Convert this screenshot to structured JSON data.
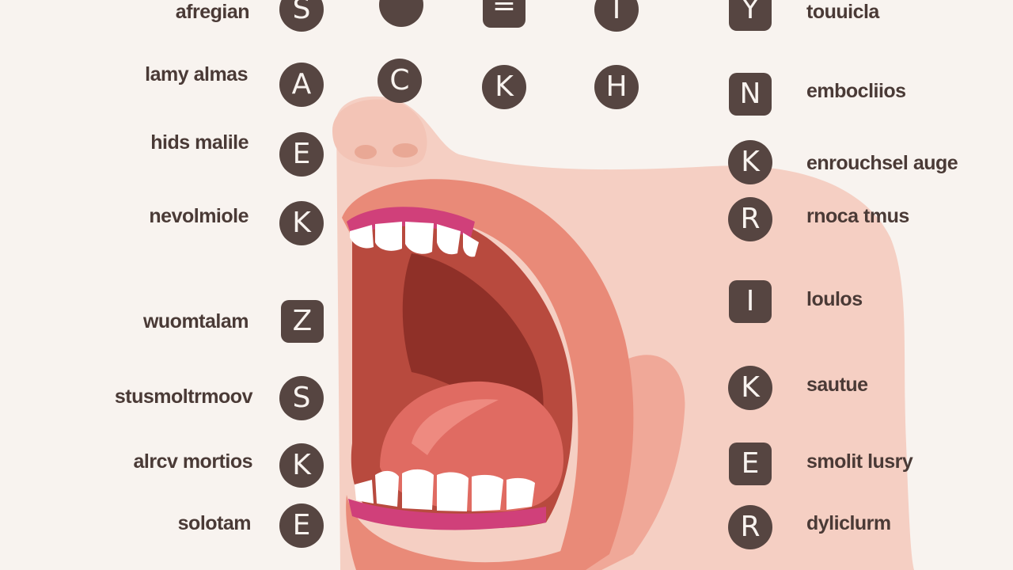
{
  "colors": {
    "background": "#f8f3ef",
    "badge": "#564541",
    "badge_text": "#f8f3ef",
    "label_text": "#4a3a36",
    "skin": "#f5cfc3",
    "lip": "#e98a78",
    "lip_dark": "#d9705f",
    "mouth_inner": "#b84a3e",
    "mouth_deep": "#8f3028",
    "tongue": "#e06b62",
    "gum": "#d0407a",
    "teeth": "#ffffff"
  },
  "top_row": [
    {
      "letter": "S",
      "shape": "circle"
    },
    {
      "letter": "",
      "shape": "circle"
    },
    {
      "letter": "=",
      "shape": "square"
    },
    {
      "letter": "T",
      "shape": "circle"
    },
    {
      "letter": "Y",
      "shape": "square"
    }
  ],
  "second_row": [
    {
      "letter": "A",
      "shape": "circle"
    },
    {
      "letter": "C",
      "shape": "circle"
    },
    {
      "letter": "K",
      "shape": "circle"
    },
    {
      "letter": "H",
      "shape": "circle"
    }
  ],
  "left_items": [
    {
      "label": "afregian"
    },
    {
      "label": "lamy almas"
    },
    {
      "label": "hids malile",
      "letter": "E",
      "shape": "circle"
    },
    {
      "label": "nevolmiole",
      "letter": "K",
      "shape": "circle"
    },
    {
      "label": "wuomtalam",
      "letter": "Z",
      "shape": "square"
    },
    {
      "label": "stusmoltrmoov",
      "letter": "S",
      "shape": "circle"
    },
    {
      "label": "alrcv mortios",
      "letter": "K",
      "shape": "circle"
    },
    {
      "label": "solotam",
      "letter": "E",
      "shape": "circle"
    }
  ],
  "right_items": [
    {
      "label": "touuicla"
    },
    {
      "label": "embocliios",
      "letter": "N",
      "shape": "square"
    },
    {
      "label": "enrouchsel auge",
      "letter": "K",
      "shape": "circle"
    },
    {
      "label": "rnoca tmus",
      "letter": "R",
      "shape": "circle"
    },
    {
      "label": "loulos",
      "letter": "I",
      "shape": "square"
    },
    {
      "label": "sautue",
      "letter": "K",
      "shape": "circle"
    },
    {
      "label": "smolit lusry",
      "letter": "E",
      "shape": "square"
    },
    {
      "label": "dyliclurm",
      "letter": "R",
      "shape": "circle"
    }
  ]
}
